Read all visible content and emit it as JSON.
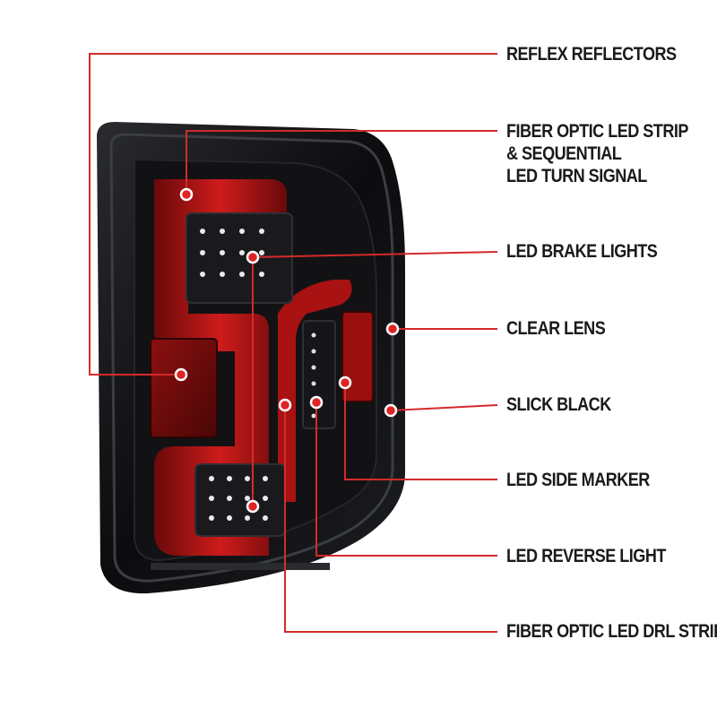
{
  "product": "Tail light",
  "colors": {
    "leader": "#d42a2a",
    "housing": "#0e0e10",
    "red_glow": "#c41414",
    "label_text": "#1a1a1a"
  },
  "labels": {
    "reflex_reflectors": "REFLEX REFLECTORS",
    "fiber_optic_strip": [
      "FIBER OPTIC LED STRIP",
      "& SEQUENTIAL",
      "LED TURN SIGNAL"
    ],
    "brake_lights": "LED BRAKE LIGHTS",
    "clear_lens": "CLEAR LENS",
    "slick_black": "SLICK BLACK",
    "side_marker": "LED SIDE MARKER",
    "reverse_light": "LED REVERSE LIGHT",
    "drl_strip": "FIBER OPTIC LED DRL STRIP"
  }
}
